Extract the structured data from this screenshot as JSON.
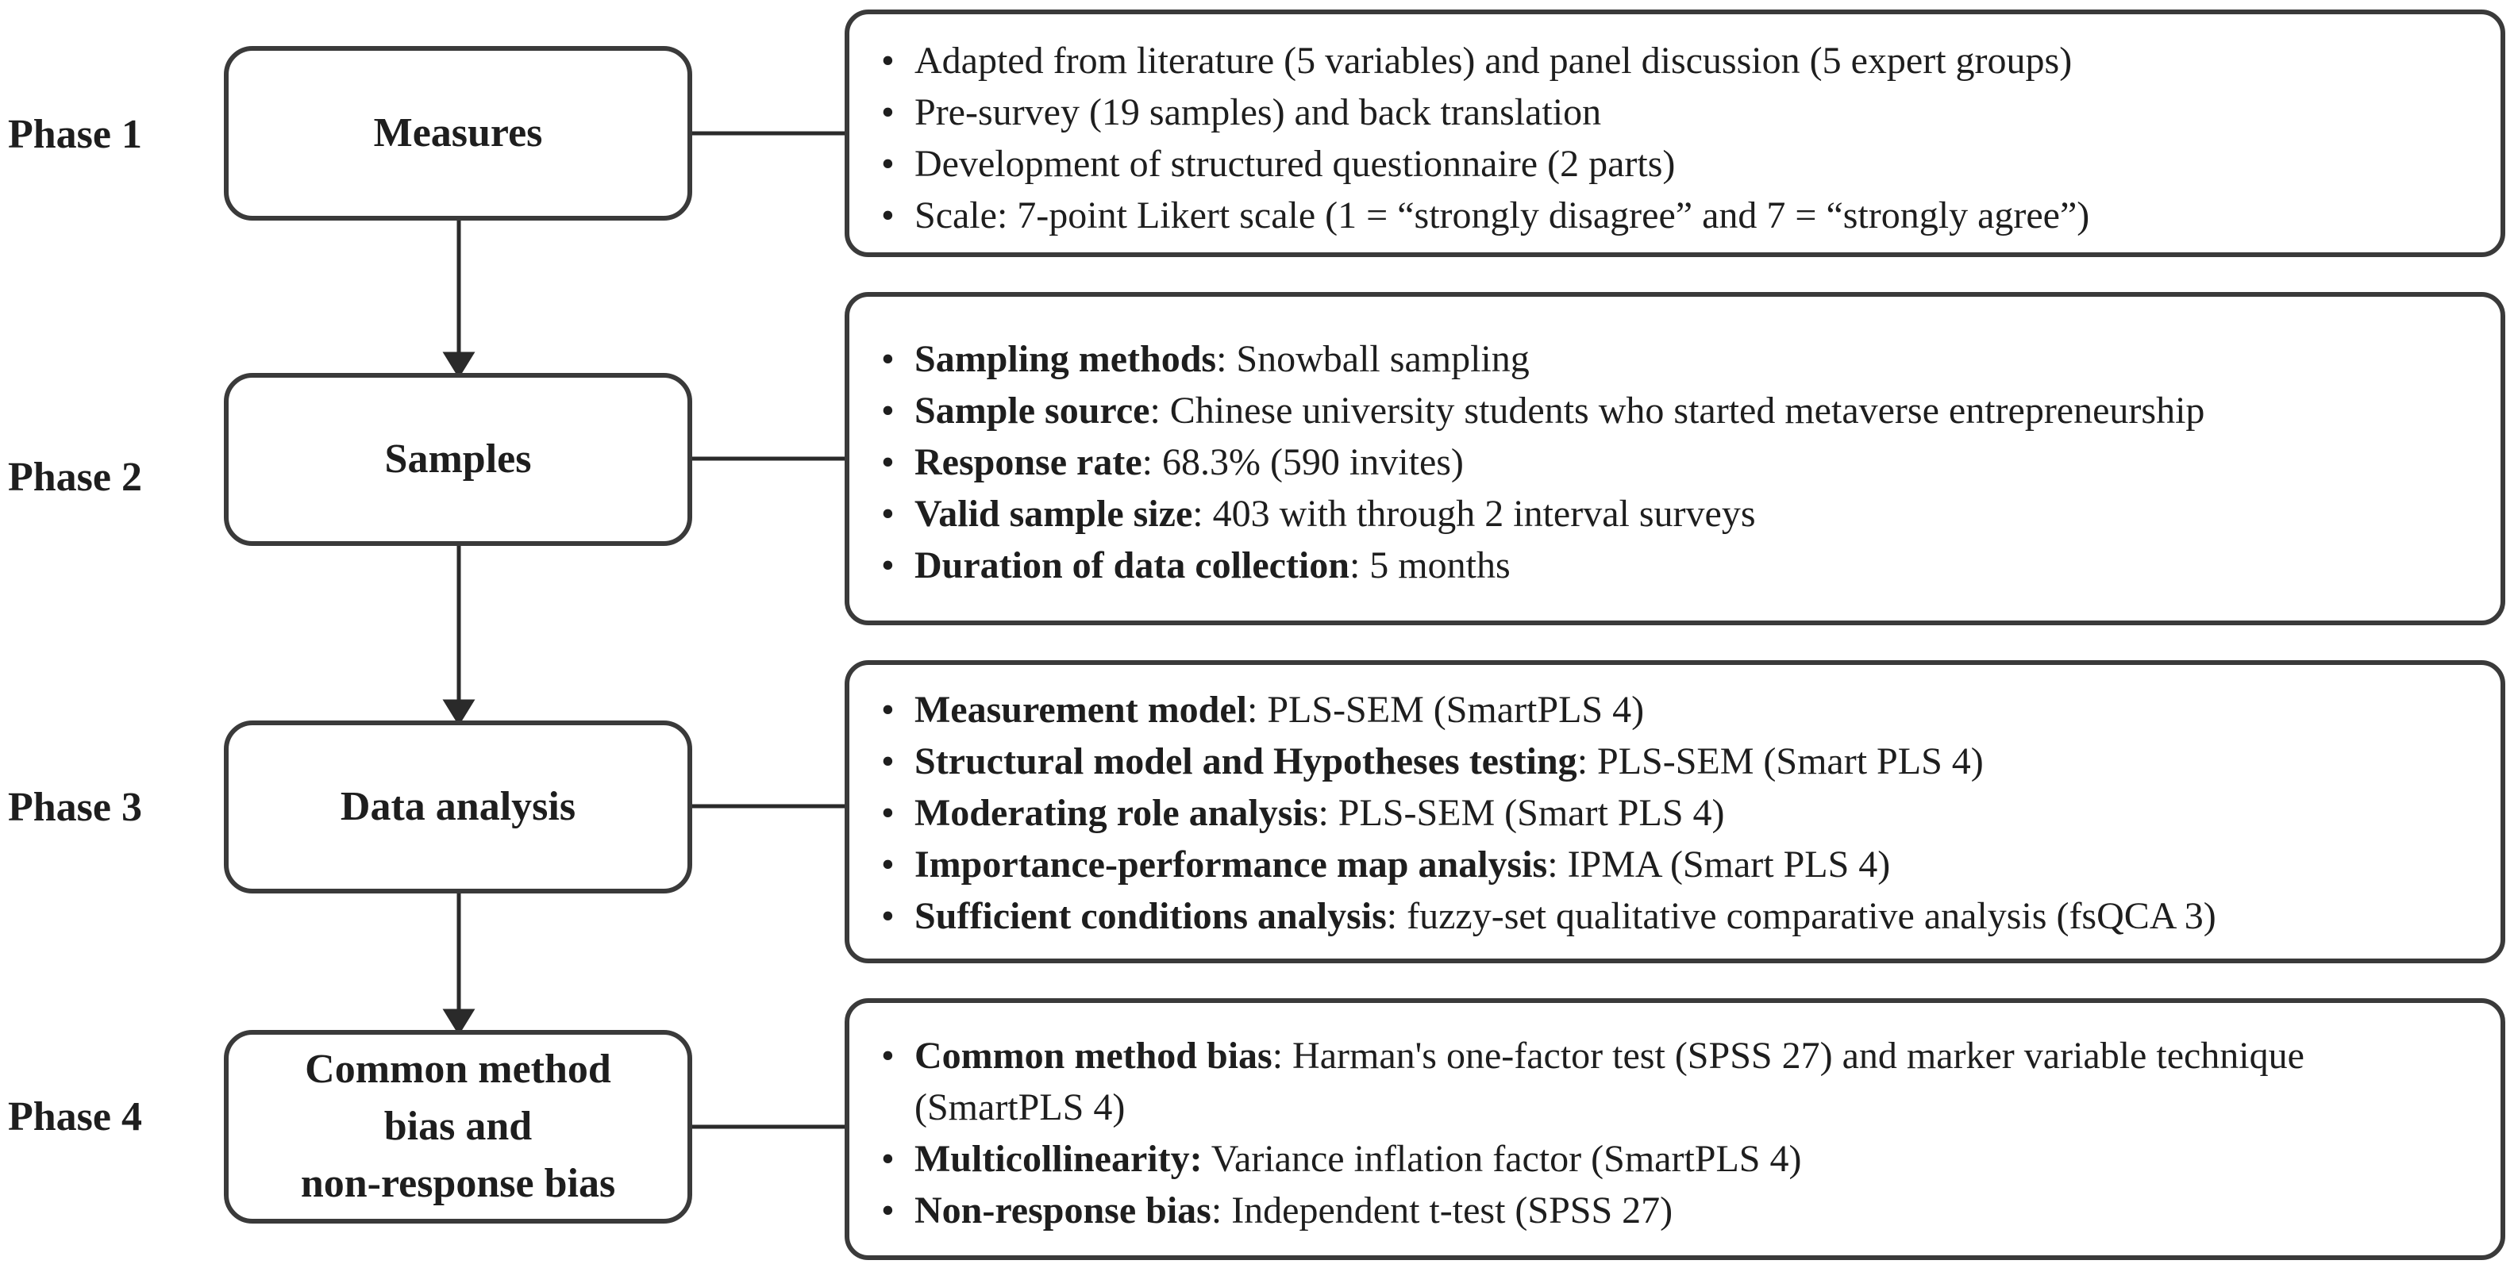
{
  "phases": [
    {
      "label": "Phase 1",
      "stage": [
        "Measures"
      ],
      "items": [
        {
          "bold": "",
          "text": "Adapted from literature (5 variables) and panel discussion (5 expert groups)"
        },
        {
          "bold": "",
          "text": "Pre-survey (19 samples) and back translation"
        },
        {
          "bold": "",
          "text": "Development of structured questionnaire (2 parts)"
        },
        {
          "bold": "",
          "text": "Scale: 7-point Likert scale (1 = “strongly disagree” and 7 = “strongly agree”)"
        }
      ]
    },
    {
      "label": "Phase 2",
      "stage": [
        "Samples"
      ],
      "items": [
        {
          "bold": "Sampling methods",
          "text": ": Snowball sampling"
        },
        {
          "bold": "Sample source",
          "text": ": Chinese university students who started metaverse entrepreneurship"
        },
        {
          "bold": "Response rate",
          "text": ": 68.3% (590 invites)"
        },
        {
          "bold": "Valid sample size",
          "text": ": 403 with through 2 interval surveys"
        },
        {
          "bold": "Duration of data collection",
          "text": ": 5 months"
        }
      ]
    },
    {
      "label": "Phase 3",
      "stage": [
        "Data analysis"
      ],
      "items": [
        {
          "bold": "Measurement model",
          "text": ": PLS-SEM (SmartPLS 4)"
        },
        {
          "bold": "Structural model and Hypotheses testing",
          "text": ": PLS-SEM (Smart PLS 4)"
        },
        {
          "bold": "Moderating role analysis",
          "text": ": PLS-SEM (Smart PLS 4)"
        },
        {
          "bold": "Importance-performance map analysis",
          "text": ": IPMA (Smart PLS 4)"
        },
        {
          "bold": "Sufficient conditions analysis",
          "text": ": fuzzy-set qualitative comparative analysis (fsQCA 3)"
        }
      ]
    },
    {
      "label": "Phase 4",
      "stage": [
        "Common method",
        "bias and",
        "non-response bias"
      ],
      "items": [
        {
          "bold": "Common method bias",
          "text": ": Harman's one-factor test (SPSS 27) and marker variable technique (SmartPLS 4)"
        },
        {
          "bold": "Multicollinearity:",
          "text": " Variance inflation factor (SmartPLS 4)"
        },
        {
          "bold": "Non-response bias",
          "text": ":  Independent t-test (SPSS 27)"
        }
      ]
    }
  ]
}
